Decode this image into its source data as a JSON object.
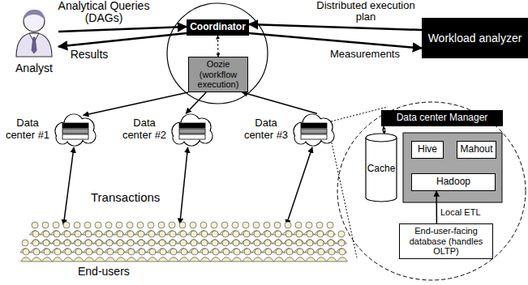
{
  "diagram": {
    "nodes": [
      {
        "text": [
          "Analyst"
        ]
      },
      {
        "text": [
          "Coordinator"
        ]
      },
      {
        "text": [
          "Oozie (workflow execution)"
        ]
      },
      {
        "text": [
          "Workload analyzer"
        ]
      },
      {
        "text": [
          "Data center #1"
        ]
      },
      {
        "text": [
          "Data center #2"
        ]
      },
      {
        "text": [
          "Data center #3"
        ]
      },
      {
        "text": [
          "End-users"
        ]
      },
      {
        "text": [
          "Data center Manager"
        ]
      },
      {
        "text": [
          "Cache"
        ]
      },
      {
        "text": [
          "Hive"
        ]
      },
      {
        "text": [
          "Mahout"
        ]
      },
      {
        "text": [
          "Hadoop"
        ]
      },
      {
        "text": [
          "End-user-facing database (handles OLTP)"
        ]
      }
    ],
    "edges": [
      {
        "from": 0,
        "to": 1,
        "label": "Analytical Queries (DAGs)",
        "arrow": "to"
      },
      {
        "from": 1,
        "to": 0,
        "label": "Results",
        "arrow": "to"
      },
      {
        "from": 3,
        "to": 1,
        "label": "Distributed execution plan",
        "arrow": "to"
      },
      {
        "from": 1,
        "to": 3,
        "label": "Measurements",
        "arrow": "to"
      },
      {
        "from": 1,
        "to": 2,
        "arrow": "both"
      },
      {
        "from": 2,
        "to": 4,
        "arrow": "to"
      },
      {
        "from": 2,
        "to": 5,
        "arrow": "to"
      },
      {
        "from": 6,
        "to": 2,
        "arrow": "to"
      },
      {
        "from": 4,
        "to": 7,
        "arrow": "both"
      },
      {
        "from": 5,
        "to": 7,
        "arrow": "both"
      },
      {
        "from": 6,
        "to": 7,
        "arrow": "both"
      },
      {
        "from": 13,
        "to": 12,
        "label": "Local ETL",
        "arrow": "to"
      },
      {
        "from": 8,
        "to": 9,
        "arrow": "both"
      }
    ],
    "labels": [
      "Transactions"
    ]
  }
}
